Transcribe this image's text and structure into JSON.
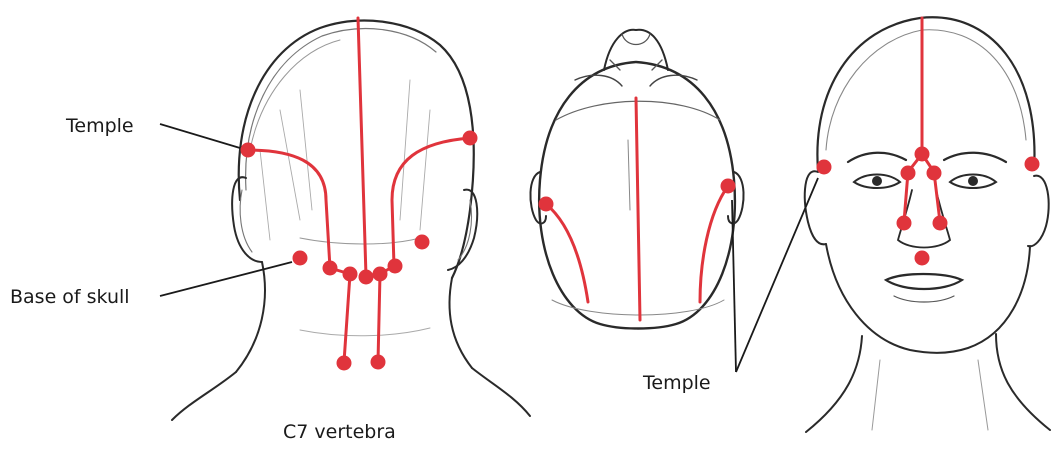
{
  "labels": {
    "temple_left": "Temple",
    "base_of_skull": "Base of skull",
    "c7_vertebra": "C7 vertebra",
    "temple_bottom": "Temple"
  },
  "colors": {
    "line": "#e0343c",
    "dot": "#e0343c",
    "sketch": "#2a2a2a",
    "sketch_light": "#8a8a8a",
    "leader": "#1a1a1a"
  },
  "figures": [
    "back-of-head",
    "top-of-head",
    "front-of-face"
  ]
}
